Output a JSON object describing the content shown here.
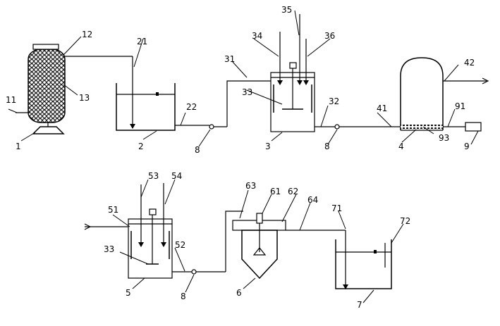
{
  "diagram": {
    "labels": {
      "l1": "1",
      "l11": "11",
      "l12": "12",
      "l13": "13",
      "l2": "2",
      "l21": "21",
      "l22": "22",
      "l8a": "8",
      "l8b": "8",
      "l8c": "8",
      "l3": "3",
      "l31": "31",
      "l32": "32",
      "l33a": "33",
      "l34": "34",
      "l35": "35",
      "l36": "36",
      "l4": "4",
      "l41": "41",
      "l42": "42",
      "l91": "91",
      "l93": "93",
      "l9": "9",
      "l5": "5",
      "l51": "51",
      "l52": "52",
      "l53": "53",
      "l54": "54",
      "l33b": "33",
      "l6": "6",
      "l61": "61",
      "l62": "62",
      "l63": "63",
      "l64": "64",
      "l7": "7",
      "l71": "71",
      "l72": "72"
    },
    "colors": {
      "stroke": "#000000",
      "background": "#ffffff"
    }
  }
}
